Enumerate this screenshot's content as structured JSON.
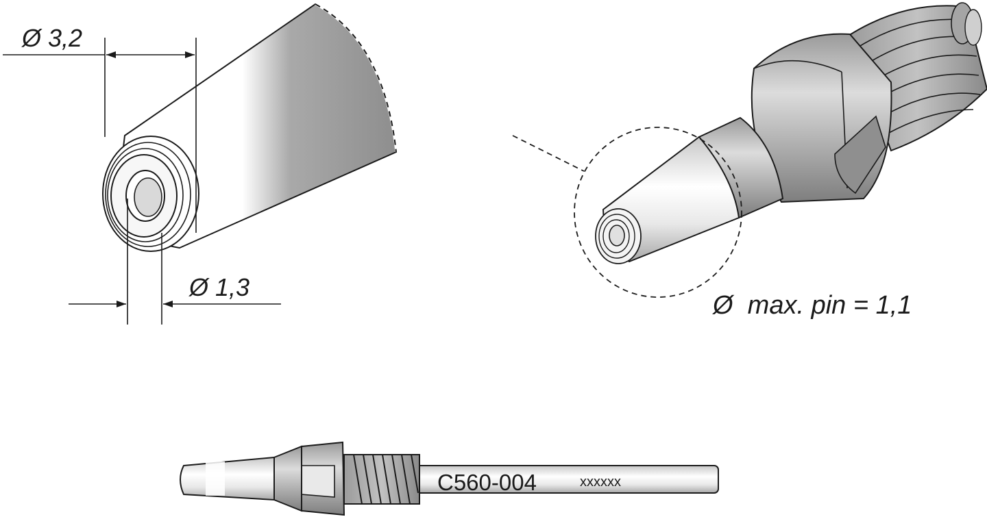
{
  "dimensions": {
    "outer_diameter": "Ø 3,2",
    "inner_diameter": "Ø 1,3",
    "max_pin": "Ø  max. pin = 1,1"
  },
  "side_view": {
    "part_number": "C560-004",
    "serial_marking": "xxxxxx"
  },
  "colors": {
    "metal_dark": "#8c8c8c",
    "metal_mid": "#b0b0b0",
    "metal_light": "#f4f4f4",
    "outline": "#1a1a1a"
  }
}
